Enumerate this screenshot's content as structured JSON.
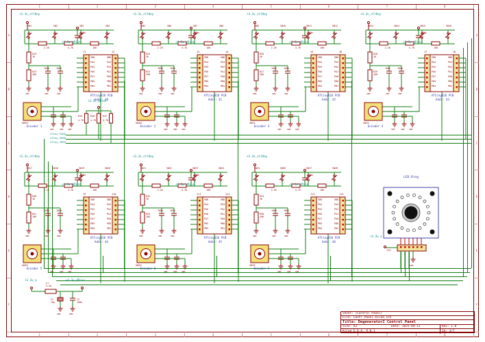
{
  "labels": {
    "gnd": "GND"
  },
  "colors": {
    "frame": "#840000",
    "wire": "#0f7d0f",
    "net_label": "#008484",
    "field_text": "#3434ad",
    "component": "#8a0000",
    "header_fill": "#f2e49c",
    "encoder_fill": "#f5df7a"
  },
  "sheet": {
    "columns": [
      "1",
      "2",
      "3",
      "4",
      "5",
      "6",
      "7",
      "8"
    ],
    "rows": [
      "A",
      "B",
      "C",
      "D",
      "E",
      "F"
    ]
  },
  "title_block": {
    "sheet_label": "Sheet: /Control Panel/",
    "file_label": "File: Contr_Panel.kicad_sch",
    "title": "Title: Degenerator2 Control Panel",
    "size": "Size: A3",
    "date": "Date: 2025-04-13",
    "rev": "Rev: 1.0",
    "tool": "KiCad E.D.A. 9.0.1",
    "id": "Id: 3/7"
  },
  "bus": {
    "labels": [
      "xTiny_SCK0",
      "xTiny_SDA0",
      "xTiny_INT0"
    ]
  },
  "pullups": {
    "power": "+3.3v_dPins",
    "refs": [
      "R35",
      "R36",
      "R37"
    ],
    "value": "4.7K"
  },
  "filter": {
    "power_left": "+3.3v_a",
    "power_right": "+3.3v_dPins",
    "ind": "L1\n5.5µ",
    "cap1": "C1\n10µ",
    "cap2": "C2\n100n"
  },
  "led_ring": {
    "label": "LED_Ring",
    "connector_ref": "J15",
    "power_label": "+3.3v_x"
  },
  "blocks": [
    {
      "power_label": "+3.3v_ctlKey",
      "power_label2": "+3.3v_dPins",
      "switches": [
        "SW1",
        "SW2",
        "SW3",
        "SW4"
      ],
      "r_row": [
        "2.2K",
        "4.7K",
        "10K"
      ],
      "r_left": [
        "R19\n1K",
        "R23\n10K"
      ],
      "cap_value": "100n",
      "module": {
        "j_left": "J1",
        "j_right": "J2",
        "name": "ATtiny826 PCB",
        "addr": "Addr: 40",
        "pins_left": "VDD\nPA4\nPA5\nPA6\nPA7\nPB5\nPB4",
        "pins_right": "GND\nPA3\nPA2\nPA1\nPA0\nPB0\nPB1"
      },
      "encoder": {
        "ref": "SW29",
        "name": "Encoder 1"
      }
    },
    {
      "power_label": "+3.3v_ctlKey",
      "power_label2": "+3.3v_dPins",
      "switches": [
        "SW5",
        "SW6",
        "SW7",
        "SW8"
      ],
      "r_row": [
        "2.2K",
        "4.7K",
        "10K"
      ],
      "r_left": [
        "R24\n1K",
        "R25\n10K"
      ],
      "cap_value": "100n",
      "module": {
        "j_left": "J3",
        "j_right": "J4",
        "name": "ATtiny826 PCB",
        "addr": "Addr: 41",
        "pins_left": "VDD\nPA4\nPA5\nPA6\nPA7\nPB5\nPB4",
        "pins_right": "GND\nPA3\nPA2\nPA1\nPA0\nPB0\nPB1"
      },
      "encoder": {
        "ref": "SW30",
        "name": "Encoder 2"
      }
    },
    {
      "power_label": "+3.3v_ctlKey",
      "power_label2": "+3.3v_dPins",
      "switches": [
        "SW9",
        "SW10",
        "SW11",
        "SW12"
      ],
      "r_row": [
        "2.2K",
        "4.7K",
        "10K"
      ],
      "r_left": [
        "R26\n1K",
        "R27\n10K"
      ],
      "cap_value": "100n",
      "module": {
        "j_left": "J5",
        "j_right": "J6",
        "name": "ATtiny826 PCB",
        "addr": "Addr: 42",
        "pins_left": "VDD\nPA4\nPA5\nPA6\nPA7\nPB5\nPB4",
        "pins_right": "GND\nPA3\nPA2\nPA1\nPA0\nPB0\nPB1"
      },
      "encoder": {
        "ref": "SW31",
        "name": "Encoder 3"
      }
    },
    {
      "power_label": "+3.3v_ctlKey",
      "power_label2": "+3.3v_dPins",
      "switches": [
        "SW13",
        "SW14",
        "SW15",
        "SW16"
      ],
      "r_row": [
        "2.2K",
        "4.7K",
        "10K"
      ],
      "r_left": [
        "R28\n1K",
        "R29\n10K"
      ],
      "cap_value": "100n",
      "module": {
        "j_left": "J7",
        "j_right": "J8",
        "name": "ATtiny826 PCB",
        "addr": "Addr: 43",
        "pins_left": "VDD\nPA4\nPA5\nPA6\nPA7\nPB5\nPB4",
        "pins_right": "GND\nPA3\nPA2\nPA1\nPA0\nPB0\nPB1"
      },
      "encoder": {
        "ref": "SW32",
        "name": "Encoder 4"
      }
    },
    {
      "power_label": "+3.3v_ctlKey",
      "power_label2": "+3.3v_dPins",
      "switches": [
        "SW17",
        "SW18",
        "SW19",
        "SW20"
      ],
      "r_row": [
        "2.2K",
        "4.7K",
        "10K"
      ],
      "r_left": [
        "R30\n1K",
        "R31\n10K"
      ],
      "cap_value": "100n",
      "module": {
        "j_left": "J9",
        "j_right": "J10",
        "name": "ATtiny826 PCB",
        "addr": "Addr: 44",
        "pins_left": "VDD\nPA4\nPA5\nPA6\nPA7\nPB5\nPB4",
        "pins_right": "GND\nPA3\nPA2\nPA1\nPA0\nPB0\nPB1"
      },
      "encoder": {
        "ref": "SW33",
        "name": "Encoder 5"
      }
    },
    {
      "power_label": "+3.3v_ctlKey",
      "power_label2": "+3.3v_dPins",
      "switches": [
        "SW21",
        "SW22",
        "SW23",
        "SW24"
      ],
      "r_row": [
        "2.2K",
        "4.7K",
        "10K"
      ],
      "r_left": [
        "R32\n1K",
        "R33\n10K"
      ],
      "cap_value": "100n",
      "module": {
        "j_left": "J11",
        "j_right": "J12",
        "name": "ATtiny826 PCB",
        "addr": "Addr: 45",
        "pins_left": "VDD\nPA4\nPA5\nPA6\nPA7\nPB5\nPB4",
        "pins_right": "GND\nPA3\nPA2\nPA1\nPA0\nPB0\nPB1"
      },
      "encoder": {
        "ref": "SW34",
        "name": "Encoder 6"
      }
    },
    {
      "power_label": "+3.3v_ctlKey",
      "power_label2": "+3.3v_dPins",
      "switches": [
        "SW25",
        "SW26",
        "SW27",
        "SW28"
      ],
      "r_row": [
        "2.2K",
        "4.7K",
        "10K"
      ],
      "r_left": [
        "R34\n1K",
        "R38\n10K"
      ],
      "cap_value": "100n",
      "module": {
        "j_left": "J13",
        "j_right": "J14",
        "name": "ATtiny826 PCB",
        "addr": "Addr: 46",
        "pins_left": "VDD\nPA4\nPA5\nPA6\nPA7\nPB5\nPB4",
        "pins_right": "GND\nPA3\nPA2\nPA1\nPA0\nPB0\nPB1"
      },
      "encoder": {
        "ref": "SW35",
        "name": "Encoder 7"
      }
    }
  ]
}
